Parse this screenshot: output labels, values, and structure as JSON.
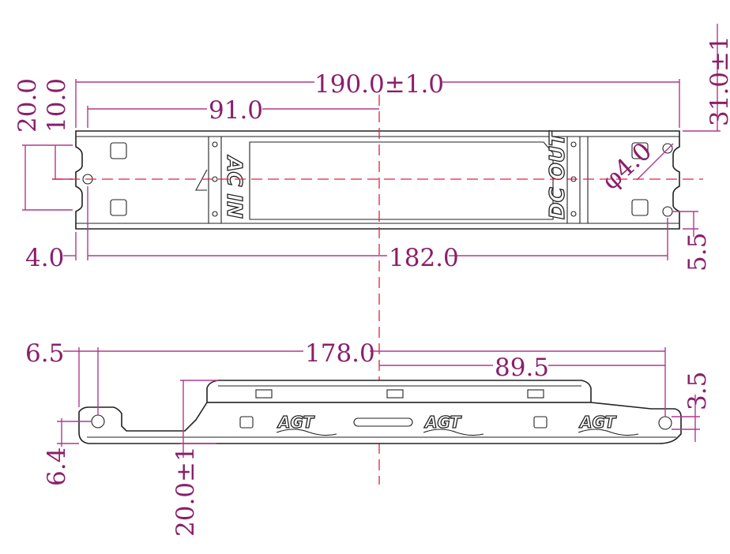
{
  "top_view": {
    "overall_length": "190.0±1.0",
    "center_offset": "91.0",
    "mount_hole_spacing": "182.0",
    "edge_offset": "4.0",
    "height_total": "20.0",
    "height_half": "10.0",
    "width_tolerance": "31.0±1",
    "hole_diameter": "φ4.0",
    "hole_offset": "5.5",
    "input_label": "AC IN",
    "output_label": "DC OUT"
  },
  "side_view": {
    "length": "178.0",
    "half_length": "89.5",
    "flange_offset": "6.5",
    "hole_height": "3.5",
    "base_offset": "6.4",
    "height": "20.0±1",
    "brand_logo": "AGT"
  },
  "colors": {
    "dimension": "#8a1f6b",
    "centerline": "#e0243a",
    "outline": "#222222"
  }
}
